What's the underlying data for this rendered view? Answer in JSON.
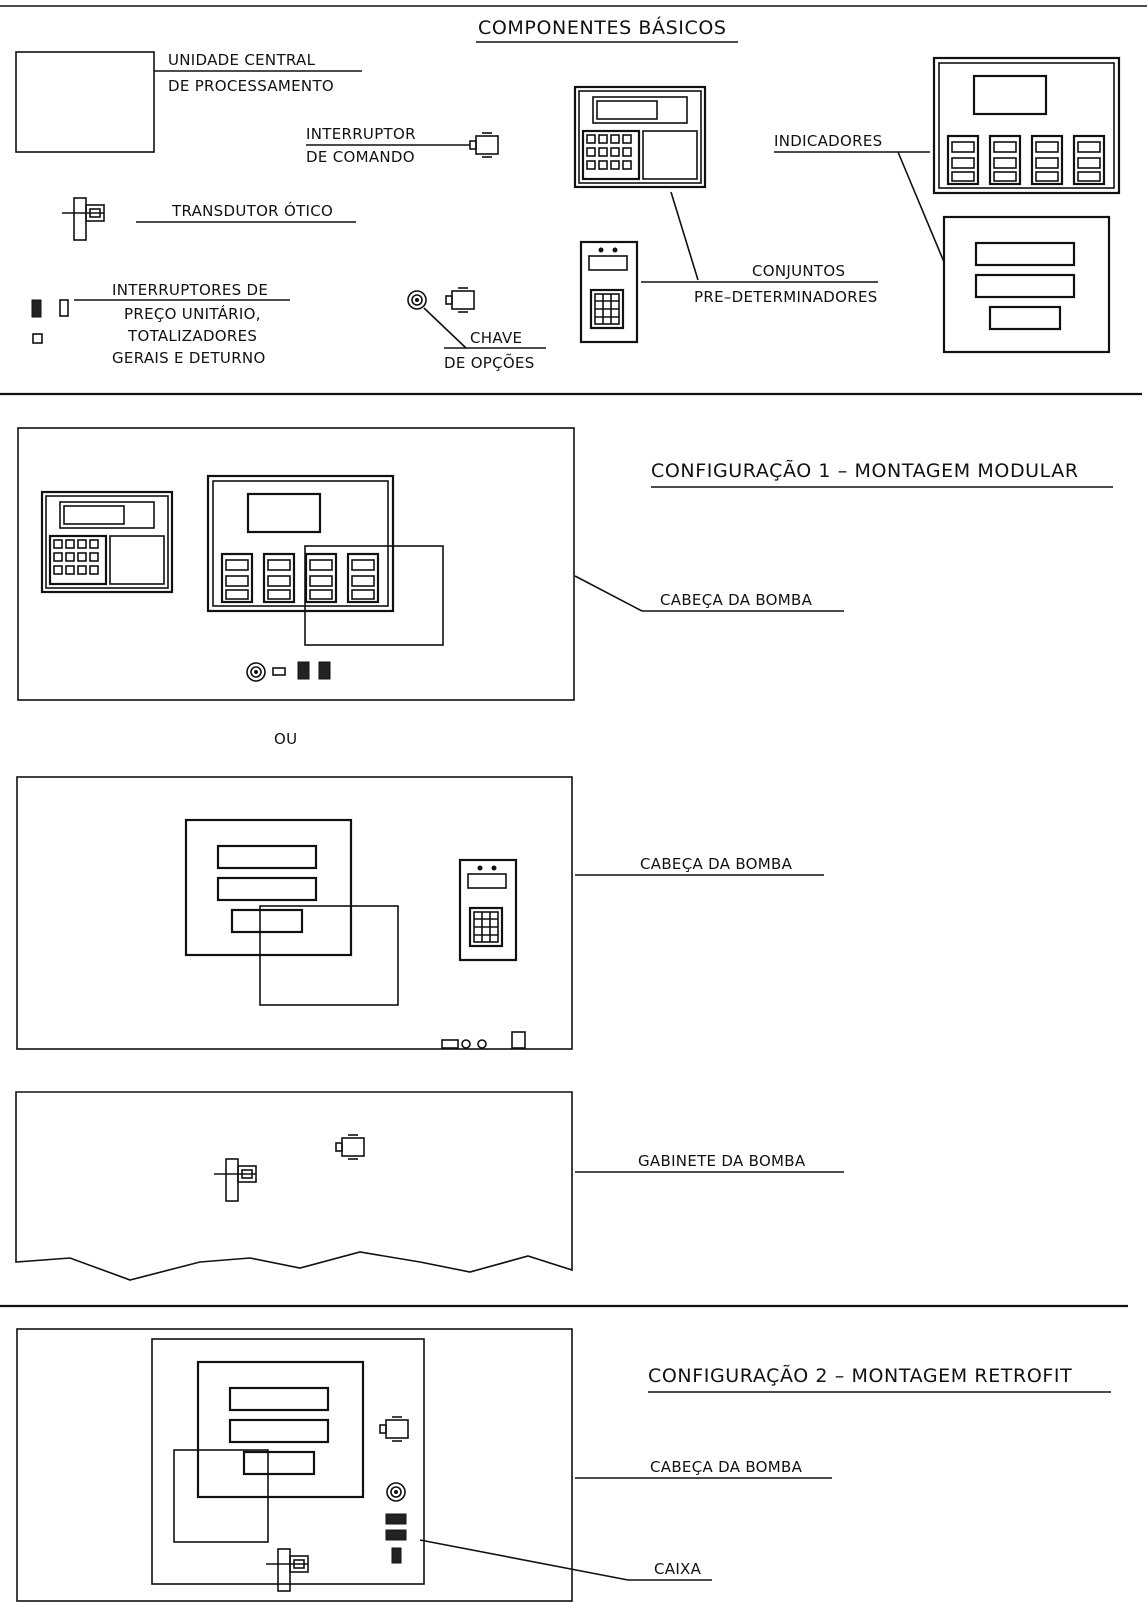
{
  "header": {
    "title": "COMPONENTES BÁSICOS"
  },
  "components": {
    "cpu": [
      "UNIDADE CENTRAL",
      "DE PROCESSAMENTO"
    ],
    "command_switch": [
      "INTERRUPTOR",
      "DE COMANDO"
    ],
    "optical_transducer": "TRANSDUTOR ÓTICO",
    "price_switches": [
      "INTERRUPTORES DE",
      "PREÇO UNITÁRIO,",
      "TOTALIZADORES",
      "GERAIS E DETURNO"
    ],
    "option_key": [
      "CHAVE",
      "DE OPÇÕES"
    ],
    "indicators": "INDICADORES",
    "preset_sets": [
      "CONJUNTOS",
      "PRE–DETERMINADORES"
    ]
  },
  "config1": {
    "title": "CONFIGURAÇÃO 1 – MONTAGEM MODULAR",
    "head_a": "CABEÇA DA BOMBA",
    "or": "OU",
    "head_b": "CABEÇA DA BOMBA",
    "cabinet": "GABINETE DA BOMBA"
  },
  "config2": {
    "title": "CONFIGURAÇÃO 2 – MONTAGEM RETROFIT",
    "head": "CABEÇA DA BOMBA",
    "box": "CAIXA"
  }
}
